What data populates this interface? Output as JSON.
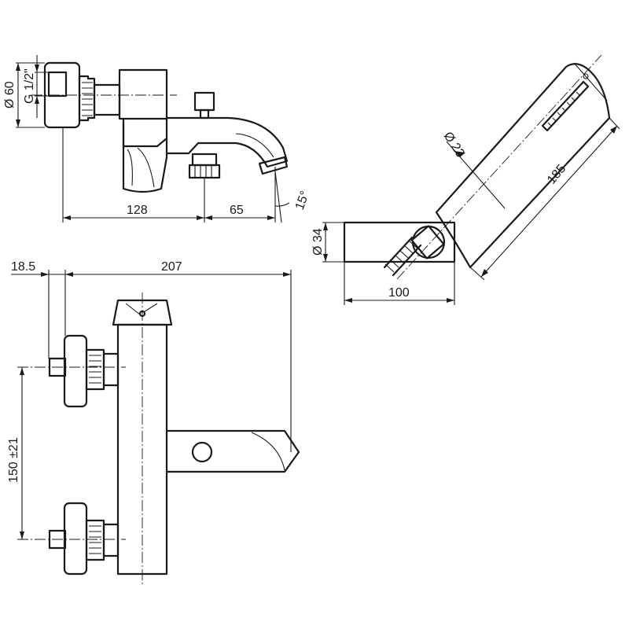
{
  "dimensions": {
    "d60": "Ø 60",
    "g12": "G 1/2\"",
    "d128": "128",
    "d65": "65",
    "d15deg": "15°",
    "d23": "Ø 23",
    "d185": "185",
    "d34": "Ø 34",
    "d100": "100",
    "d18_5": "18.5",
    "d207": "207",
    "d150": "150 ±21"
  }
}
